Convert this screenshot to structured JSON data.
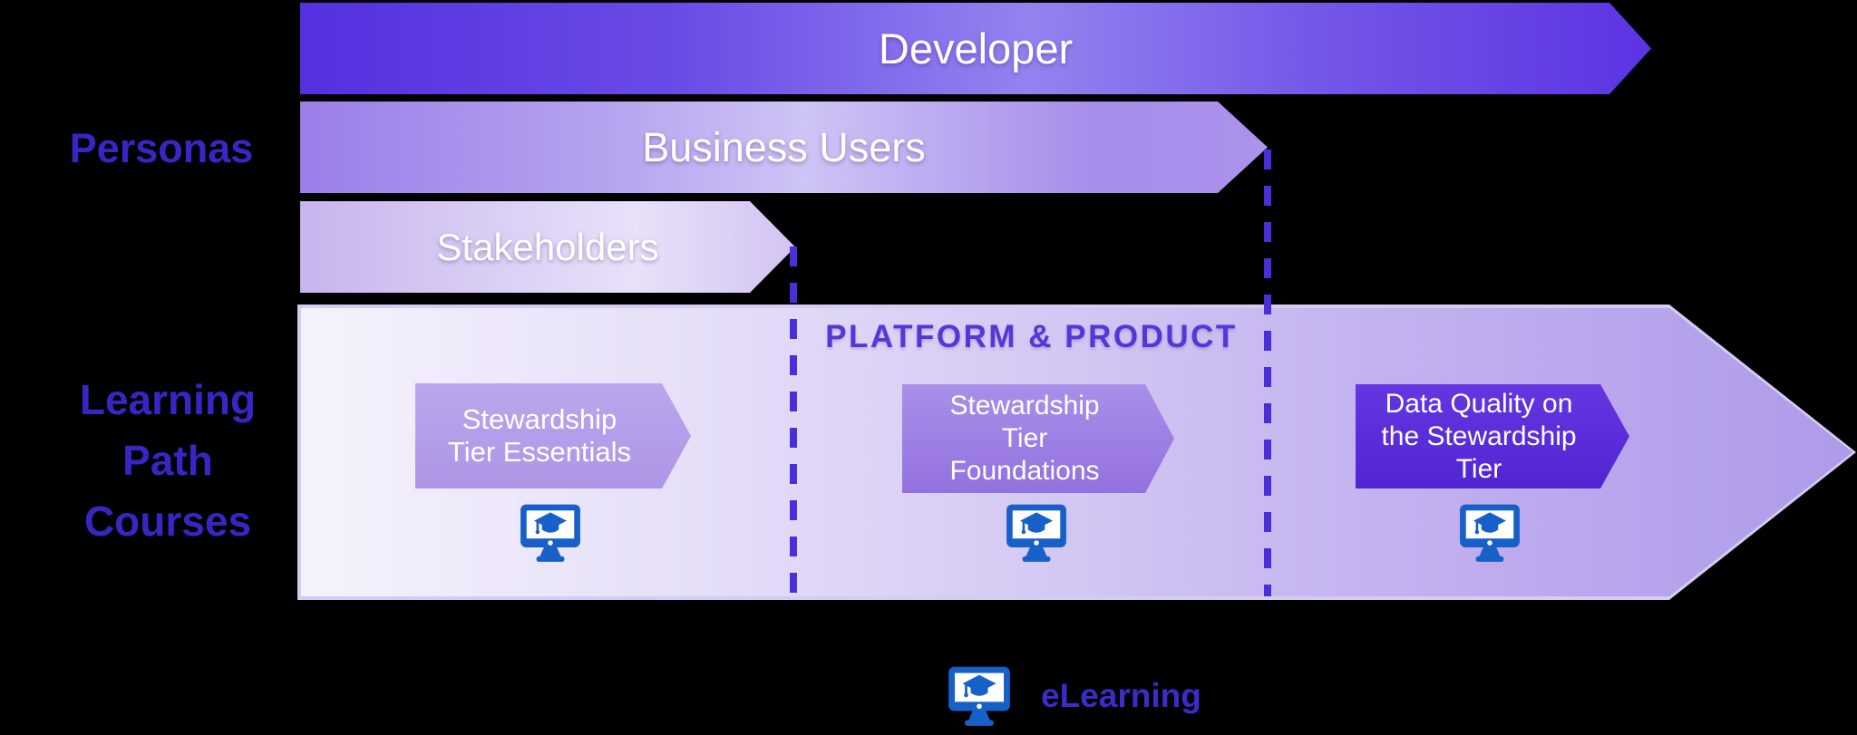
{
  "colors": {
    "background": "#000000",
    "side_label_text": "#3726C4",
    "developer_bar_gradient": [
      "#5530DF",
      "#9383F0",
      "#5C33E3"
    ],
    "business_bar_gradient": [
      "#9B7EE9",
      "#CEC4F5",
      "#AB92EC"
    ],
    "stakeholders_bar_gradient": [
      "#C8B4EE",
      "#E8E1F9",
      "#D3C3F2"
    ],
    "learning_arrow_gradient": [
      "#F5F2FC",
      "#AE9AEA"
    ],
    "learning_arrow_border": "#D5CCF1",
    "dashed_divider": "#4A2ED8",
    "segment_label_text": "#5537D8",
    "course_box_1": "#B49DE9",
    "course_box_2": "#9B7CE3",
    "course_box_3": "#5A2BD8",
    "course_text": "#FFFFFF",
    "icon_blue": "#1760C8",
    "legend_text": "#3C2BC9"
  },
  "side_labels": {
    "personas": "Personas",
    "learning_path": {
      "line1": "Learning",
      "line2": "Path",
      "line3": "Courses"
    }
  },
  "personas": {
    "bars": [
      {
        "label": "Developer"
      },
      {
        "label": "Business Users"
      },
      {
        "label": "Stakeholders"
      }
    ]
  },
  "learning_path": {
    "segment_label": "PLATFORM & PRODUCT",
    "courses": [
      {
        "icon": "elearning-monitor-icon",
        "lines": [
          "Stewardship",
          "Tier Essentials"
        ]
      },
      {
        "icon": "elearning-monitor-icon",
        "lines": [
          "Stewardship",
          "Tier",
          "Foundations"
        ]
      },
      {
        "icon": "elearning-monitor-icon",
        "lines": [
          "Data Quality on",
          "the Stewardship",
          "Tier"
        ]
      }
    ]
  },
  "legend": {
    "icon": "elearning-monitor-icon",
    "label": "eLearning"
  }
}
